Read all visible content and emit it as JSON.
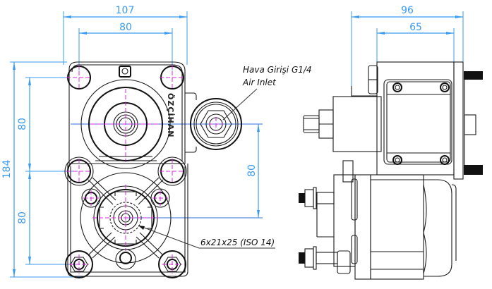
{
  "drawing": {
    "title": "Air-shift PTO technical drawing",
    "colors": {
      "dimension": "#3a9bf0",
      "centerline": "#e020e0",
      "outline": "#1a1a1a"
    },
    "front_view": {
      "dimensions": {
        "overall_width": "107",
        "bolt_spacing_width": "80",
        "overall_height": "184",
        "upper_bolt_spacing": "80",
        "lower_bolt_spacing": "80",
        "inlet_to_shaft": "80"
      },
      "logo_text": "ÖZÇİHAN",
      "annotations": {
        "air_inlet_line1": "Hava Girişi G1/4",
        "air_inlet_line2": "Air Inlet",
        "spline_spec": "6x21x25 (ISO 14)"
      }
    },
    "side_view": {
      "dimensions": {
        "overall_depth": "96",
        "flange_depth": "65"
      }
    }
  }
}
